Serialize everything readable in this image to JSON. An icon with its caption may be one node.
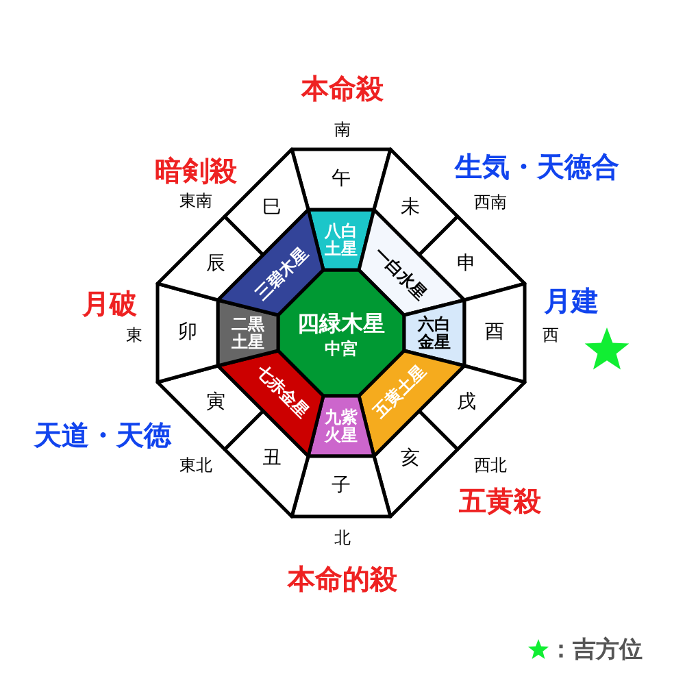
{
  "diagram": {
    "nodes": [
      {
        "text": [
          "四緑木星",
          "中宮"
        ]
      },
      {
        "text": [
          "八白土星"
        ]
      },
      {
        "text": [
          "一白水星"
        ]
      },
      {
        "text": [
          "六白金星"
        ]
      },
      {
        "text": [
          "五黄土星"
        ]
      },
      {
        "text": [
          "九紫火星"
        ]
      },
      {
        "text": [
          "七赤金星"
        ]
      },
      {
        "text": [
          "二黒土星"
        ]
      },
      {
        "text": [
          "三碧木星"
        ]
      },
      {
        "text": [
          "午"
        ]
      },
      {
        "text": [
          "未"
        ]
      },
      {
        "text": [
          "申"
        ]
      },
      {
        "text": [
          "酉"
        ]
      },
      {
        "text": [
          "戌"
        ]
      },
      {
        "text": [
          "亥"
        ]
      },
      {
        "text": [
          "子"
        ]
      },
      {
        "text": [
          "丑"
        ]
      },
      {
        "text": [
          "寅"
        ]
      },
      {
        "text": [
          "卯"
        ]
      },
      {
        "text": [
          "辰"
        ]
      },
      {
        "text": [
          "巳"
        ]
      }
    ],
    "labels": [
      "本命殺",
      "南",
      "暗剣殺",
      "生気・天徳合",
      "東南",
      "西南",
      "月破",
      "月建",
      "東",
      "西",
      "天道・天徳",
      "東北",
      "西北",
      "五黄殺",
      "北",
      "本命的殺"
    ],
    "legend": [
      {
        "text": "：吉方位"
      }
    ]
  }
}
